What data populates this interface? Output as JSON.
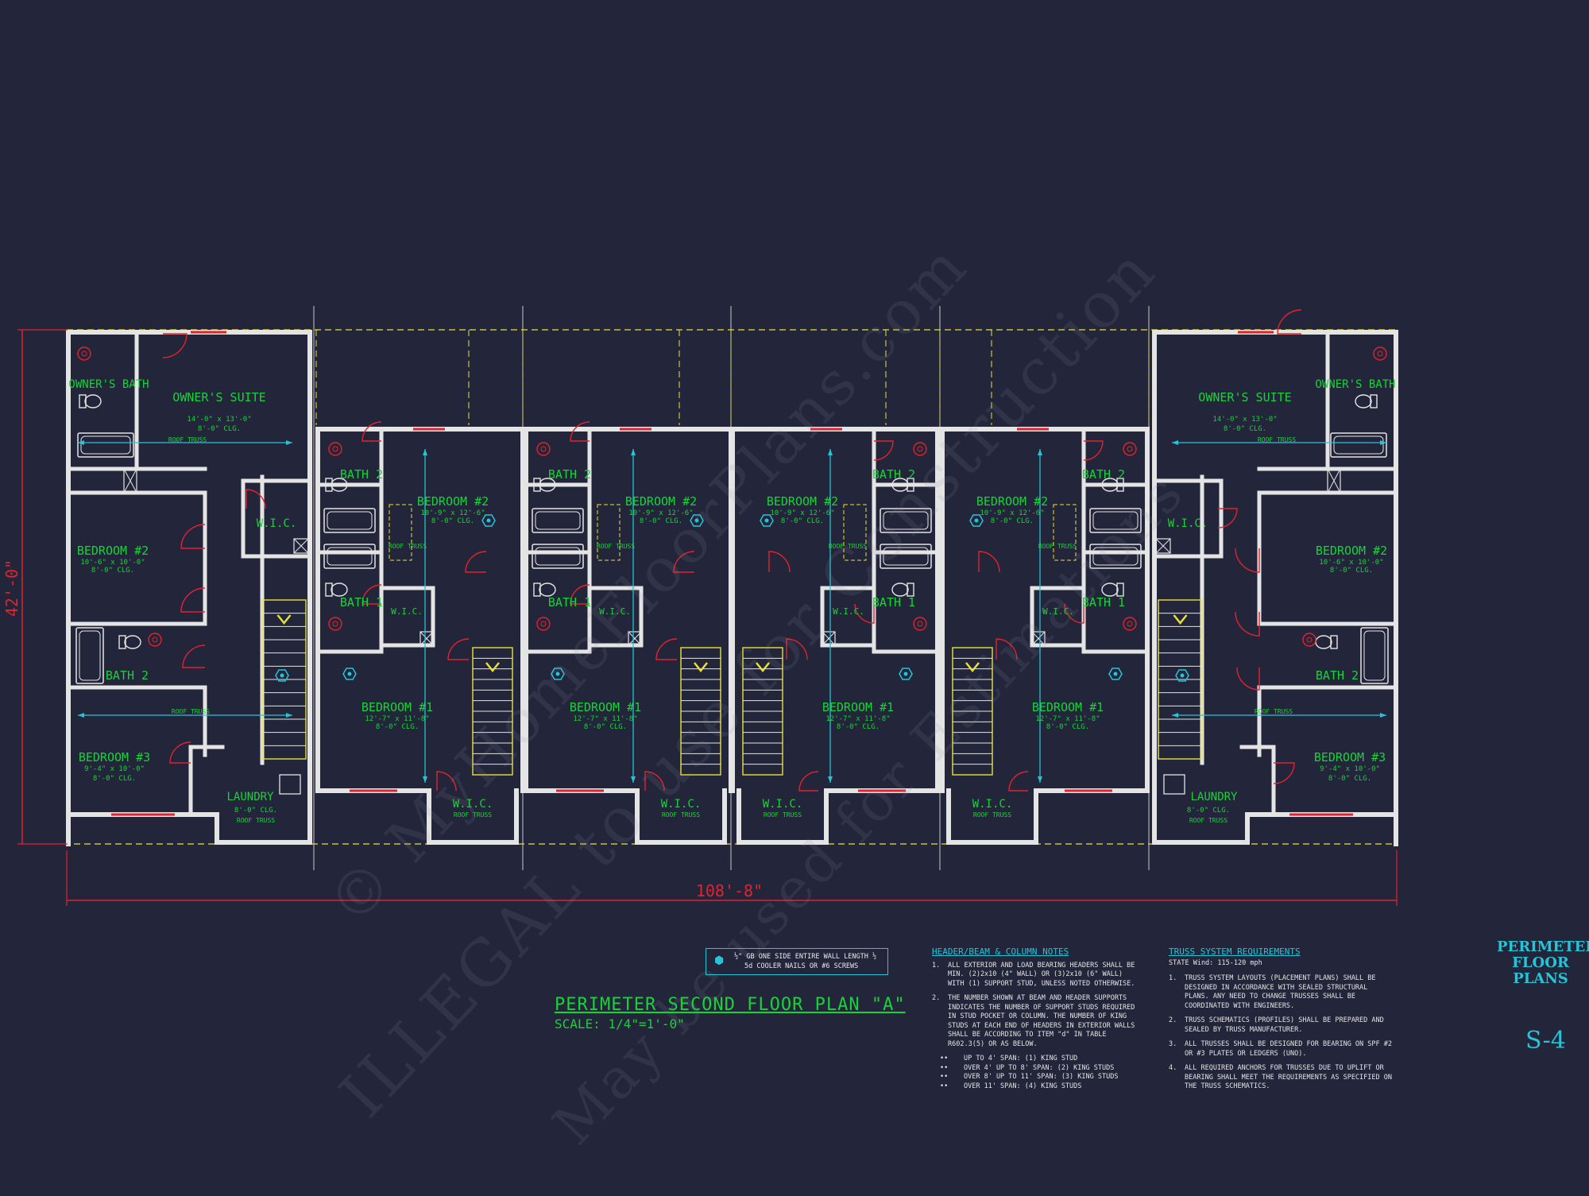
{
  "colors": {
    "background": "#23263a",
    "wall": "#e4e4e4",
    "room_text": "#18d338",
    "dimension": "#e0232e",
    "annotation": "#27c3d6",
    "stair": "#e8e03a",
    "door": "#e0232e"
  },
  "watermarks": [
    "© MyHomeFloorPlans.com",
    "ILLEGAL to use for Construction",
    "May be used for Estimations"
  ],
  "dimensions": {
    "overall_width": "108'-8\"",
    "overall_depth": "42'-0\""
  },
  "end_units": {
    "owners_bath": "OWNER'S BATH",
    "owners_suite": "OWNER'S SUITE",
    "owners_suite_size": "14'-0\" x 13'-0\"",
    "clg": "8'-0\" CLG.",
    "roof_truss": "ROOF TRUSS",
    "wic": "W.I.C.",
    "bedroom2": "BEDROOM #2",
    "bedroom2_size": "10'-6\" x 10'-0\"",
    "bath2": "BATH 2",
    "bedroom3": "BEDROOM #3",
    "bedroom3_size": "9'-4\" x 10'-0\"",
    "laundry": "LAUNDRY"
  },
  "inner_units": {
    "bath2": "BATH 2",
    "bath1": "BATH 1",
    "bedroom2": "BEDROOM #2",
    "bedroom2_size": "10'-9\" x 12'-6\"",
    "bedroom1": "BEDROOM #1",
    "bedroom1_size": "12'-7\" x 11'-8\"",
    "clg": "8'-0\" CLG.",
    "wic": "W.I.C.",
    "roof_truss": "ROOF TRUSS"
  },
  "shear_note": {
    "line1": "½\" GB ONE SIDE ENTIRE WALL LENGTH ½",
    "line2": "5d COOLER NAILS OR #6 SCREWS"
  },
  "title": "PERIMETER SECOND FLOOR  PLAN \"A\"",
  "scale": "SCALE: 1/4\"=1'-0\"",
  "header_notes": {
    "heading": "HEADER/BEAM & COLUMN NOTES",
    "items": [
      {
        "num": "1.",
        "text": "ALL EXTERIOR AND LOAD BEARING HEADERS SHALL BE MIN. (2)2x10 (4\" WALL) OR (3)2x10 (6\" WALL) WITH (1) SUPPORT STUD, UNLESS NOTED OTHERWISE."
      },
      {
        "num": "2.",
        "text": "THE NUMBER SHOWN AT BEAM AND HEADER SUPPORTS INDICATES THE NUMBER OF SUPPORT STUDS REQUIRED IN STUD POCKET OR COLUMN. THE NUMBER OF KING STUDS AT EACH END OF HEADERS IN EXTERIOR WALLS SHALL BE ACCORDING TO ITEM \"d\" IN TABLE R602.3(5) OR AS BELOW."
      }
    ],
    "bullets": [
      {
        "mark": "••",
        "text": "UP TO 4' SPAN: (1) KING STUD"
      },
      {
        "mark": "••",
        "text": "OVER 4' UP TO 8' SPAN: (2) KING STUDS"
      },
      {
        "mark": "••",
        "text": "OVER 8' UP TO 11' SPAN: (3) KING STUDS"
      },
      {
        "mark": "••",
        "text": "OVER 11' SPAN: (4) KING STUDS"
      }
    ]
  },
  "truss_notes": {
    "heading": "TRUSS SYSTEM REQUIREMENTS",
    "subheading": "STATE Wind: 115-120 mph",
    "items": [
      {
        "num": "1.",
        "text": "TRUSS SYSTEM LAYOUTS (PLACEMENT PLANS) SHALL BE DESIGNED IN ACCORDANCE WITH SEALED STRUCTURAL PLANS. ANY NEED TO CHANGE TRUSSES SHALL BE COORDINATED WITH ENGINEERS."
      },
      {
        "num": "2.",
        "text": "TRUSS SCHEMATICS (PROFILES) SHALL BE PREPARED AND SEALED BY TRUSS MANUFACTURER."
      },
      {
        "num": "3.",
        "text": "ALL TRUSSES SHALL BE DESIGNED FOR BEARING ON SPF #2 OR #3 PLATES OR LEDGERS (UNO)."
      },
      {
        "num": "4.",
        "text": "ALL REQUIRED ANCHORS FOR TRUSSES DUE TO UPLIFT OR BEARING SHALL MEET THE REQUIREMENTS AS SPECIFIED ON THE TRUSS SCHEMATICS."
      }
    ]
  },
  "sheet": {
    "name_lines": [
      "PERIMETER",
      "FLOOR",
      "PLANS"
    ],
    "number": "S-4"
  }
}
